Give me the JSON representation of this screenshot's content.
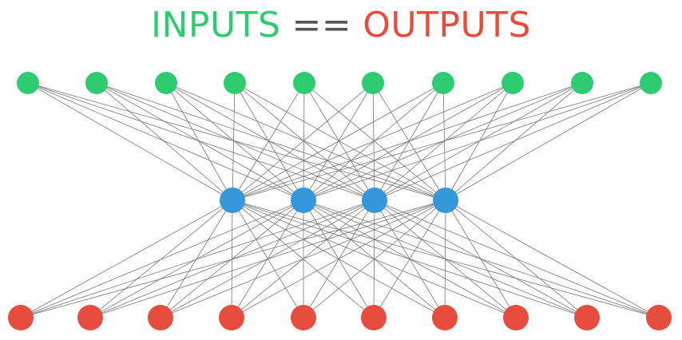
{
  "title": {
    "inputs": "INPUTS",
    "operator": "==",
    "outputs": "OUTPUTS"
  },
  "colors": {
    "inputs": "#2ecc71",
    "operator": "#555555",
    "outputs": "#e74c3c",
    "hidden": "#3498db",
    "edge": "#777777"
  },
  "network": {
    "input_count": 10,
    "hidden_count": 4,
    "output_count": 10,
    "connectivity": "fully-connected"
  }
}
